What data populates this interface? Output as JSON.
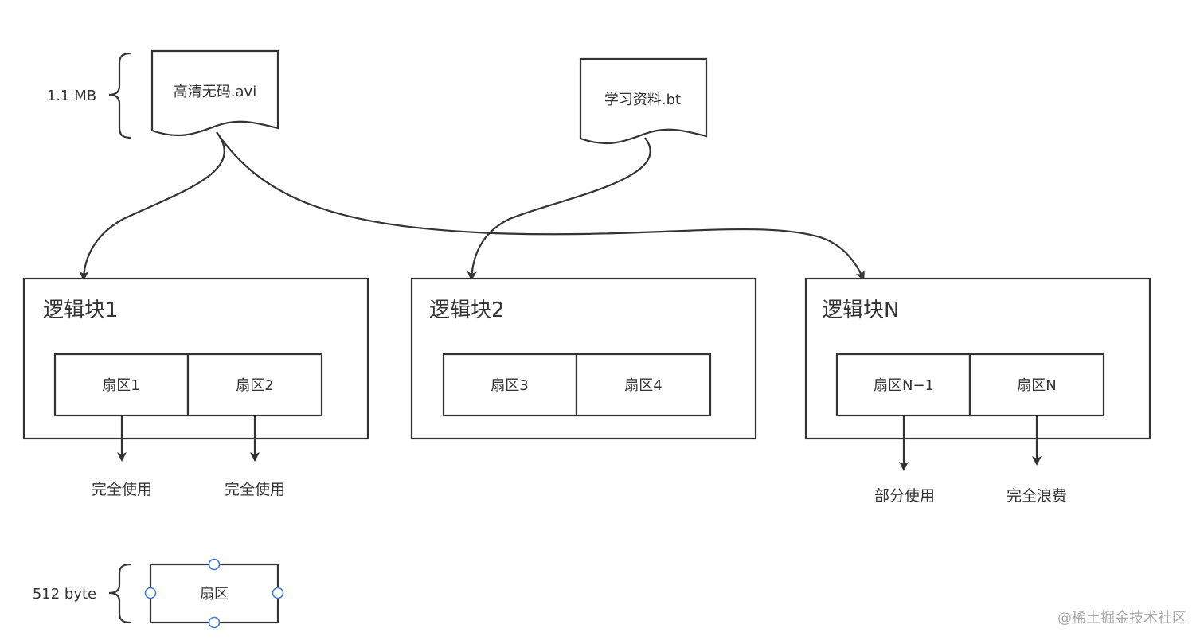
{
  "files": [
    {
      "name": "高清无码.avi",
      "size": "1.1 MB"
    },
    {
      "name": "学习资料.bt"
    }
  ],
  "blocks": [
    {
      "title": "逻辑块1",
      "sectors": [
        "扇区1",
        "扇区2"
      ]
    },
    {
      "title": "逻辑块2",
      "sectors": [
        "扇区3",
        "扇区4"
      ]
    },
    {
      "title": "逻辑块N",
      "sectors": [
        "扇区N−1",
        "扇区N"
      ]
    }
  ],
  "usage": {
    "block1_sector1": "完全使用",
    "block1_sector2": "完全使用",
    "blockN_sector1": "部分使用",
    "blockN_sector2": "完全浪费"
  },
  "legend": {
    "sector_label": "扇区",
    "sector_size": "512 byte"
  },
  "watermark": "@稀土掘金技术社区",
  "colors": {
    "stroke": "#333333",
    "handle": "#3d7bd8",
    "watermark": "#a8a8a8"
  }
}
